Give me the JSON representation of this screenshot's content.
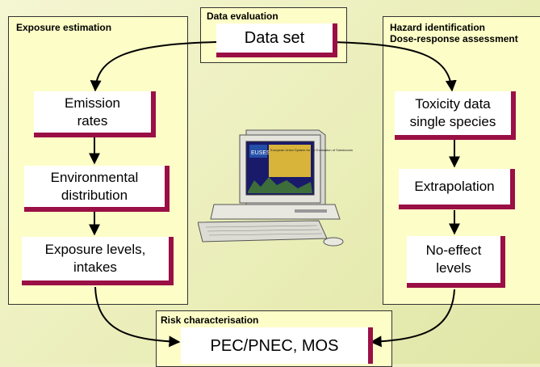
{
  "panels": {
    "exposure": {
      "label": "Exposure estimation"
    },
    "evaluation": {
      "label": "Data evaluation"
    },
    "hazard": {
      "label": "Hazard identification\nDose-response assessment"
    },
    "risk": {
      "label": "Risk characterisation"
    }
  },
  "boxes": {
    "data_set": "Data set",
    "emission": "Emission\nrates",
    "distribution": "Environmental\ndistribution",
    "exposure_levels": "Exposure levels,\nintakes",
    "toxicity": "Toxicity data\nsingle species",
    "extrapolation": "Extrapolation",
    "no_effect": "No-effect\nlevels",
    "risk_result": "PEC/PNEC, MOS"
  },
  "computer": {
    "screen_text": "EUSES",
    "screen_subtitle": "European Union System for the Evaluation of Substances"
  },
  "colors": {
    "panel": "#fdfdc8",
    "shadow": "#9a0f45",
    "background": "#eef0c4"
  }
}
